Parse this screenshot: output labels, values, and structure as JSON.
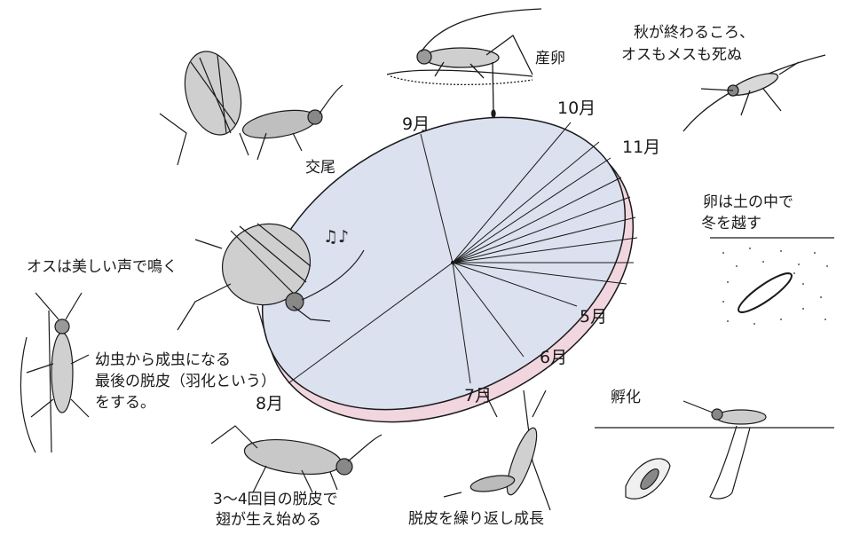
{
  "months": [
    {
      "id": "sep",
      "label": "9月"
    },
    {
      "id": "oct",
      "label": "10月"
    },
    {
      "id": "nov",
      "label": "11月"
    },
    {
      "id": "may",
      "label": "5月"
    },
    {
      "id": "jun",
      "label": "6月"
    },
    {
      "id": "jul",
      "label": "7月"
    },
    {
      "id": "aug",
      "label": "8月"
    }
  ],
  "captions": {
    "egg_laying": "産卵",
    "autumn_end_1": "秋が終わるころ、",
    "autumn_end_2": "オスもメスも死ぬ",
    "mating": "交尾",
    "winter_1": "卵は土の中で",
    "winter_2": "冬を越す",
    "singing": "オスは美しい声で鳴く",
    "emergence_1": "幼虫から成虫になる",
    "emergence_2": "最後の脱皮（羽化という）",
    "emergence_3": "をする。",
    "hatching": "孵化",
    "wings_1": "3〜4回目の脱皮で",
    "wings_2": "翅が生え始める",
    "molting": "脱皮を繰り返し成長"
  },
  "music_notes": "♫♪",
  "colors": {
    "disc_top": "#dce1ef",
    "disc_rim": "#f2d6df",
    "ink": "#1a1a1a"
  }
}
